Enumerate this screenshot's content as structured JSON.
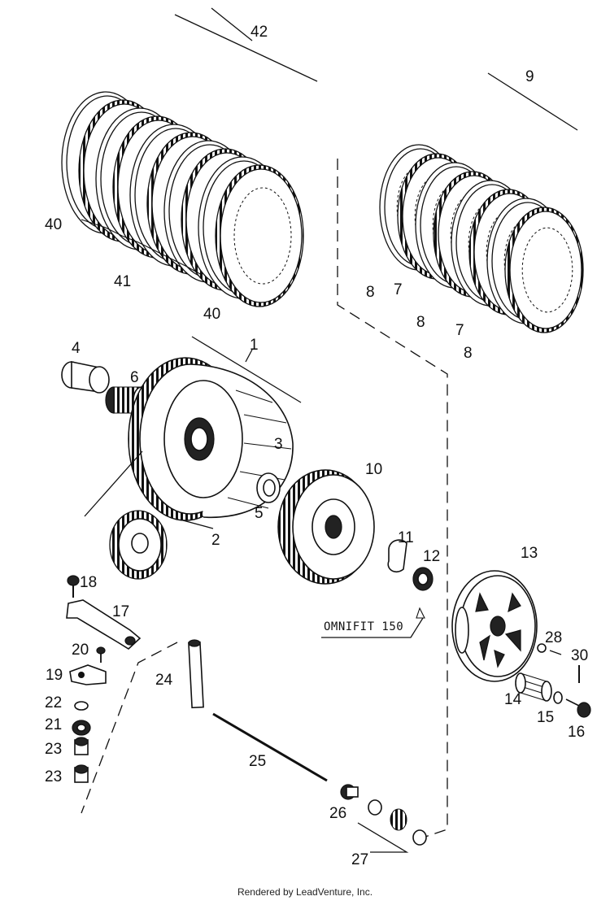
{
  "callouts": [
    {
      "id": "c42",
      "text": "42"
    },
    {
      "id": "c9",
      "text": "9"
    },
    {
      "id": "c40a",
      "text": "40"
    },
    {
      "id": "c41",
      "text": "41"
    },
    {
      "id": "c40b",
      "text": "40"
    },
    {
      "id": "c8a",
      "text": "8"
    },
    {
      "id": "c7a",
      "text": "7"
    },
    {
      "id": "c8b",
      "text": "8"
    },
    {
      "id": "c7b",
      "text": "7"
    },
    {
      "id": "c8c",
      "text": "8"
    },
    {
      "id": "c4",
      "text": "4"
    },
    {
      "id": "c1",
      "text": "1"
    },
    {
      "id": "c6",
      "text": "6"
    },
    {
      "id": "c3",
      "text": "3"
    },
    {
      "id": "c10",
      "text": "10"
    },
    {
      "id": "c5",
      "text": "5"
    },
    {
      "id": "c2",
      "text": "2"
    },
    {
      "id": "c11",
      "text": "11"
    },
    {
      "id": "c12",
      "text": "12"
    },
    {
      "id": "c13",
      "text": "13"
    },
    {
      "id": "c18",
      "text": "18"
    },
    {
      "id": "c17",
      "text": "17"
    },
    {
      "id": "c20",
      "text": "20"
    },
    {
      "id": "c19",
      "text": "19"
    },
    {
      "id": "c28",
      "text": "28"
    },
    {
      "id": "c30",
      "text": "30"
    },
    {
      "id": "c24",
      "text": "24"
    },
    {
      "id": "c14",
      "text": "14"
    },
    {
      "id": "c15",
      "text": "15"
    },
    {
      "id": "c16",
      "text": "16"
    },
    {
      "id": "c22",
      "text": "22"
    },
    {
      "id": "c21",
      "text": "21"
    },
    {
      "id": "c23a",
      "text": "23"
    },
    {
      "id": "c23b",
      "text": "23"
    },
    {
      "id": "c25",
      "text": "25"
    },
    {
      "id": "c26",
      "text": "26"
    },
    {
      "id": "c27",
      "text": "27"
    }
  ],
  "note": "OMNIFIT 150",
  "footer": "Rendered by LeadVenture, Inc."
}
